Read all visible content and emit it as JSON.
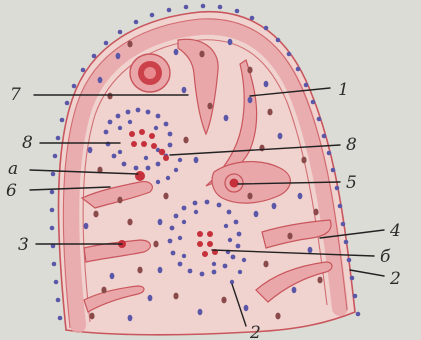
{
  "labels": {
    "n1": "1",
    "n2_right": "2",
    "n2_bottom": "2",
    "n3": "3",
    "n4": "4",
    "n5": "5",
    "n6": "6",
    "n7": "7",
    "n8_left": "8",
    "n8_right": "8",
    "a": "а",
    "b": "б"
  },
  "colors": {
    "paper": "#dcdcd6",
    "tissue_pink": "#e9a7a9",
    "tissue_light": "#f2c8c6",
    "outline_red": "#c9565c",
    "nucleus_blue": "#5a57a8",
    "nucleus_brown": "#8a4a4a",
    "vessel_red": "#c5303b",
    "ink": "#222222"
  }
}
